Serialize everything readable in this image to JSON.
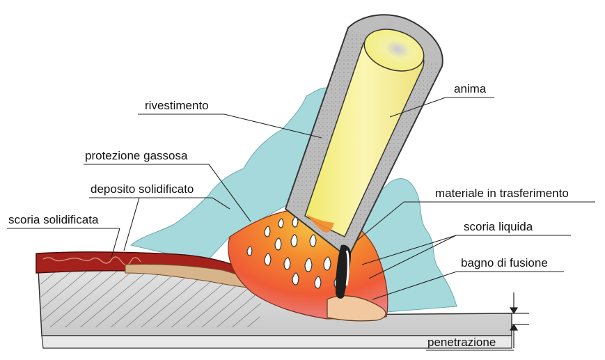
{
  "labels": {
    "anima": "anima",
    "rivestimento": "rivestimento",
    "protezione_gassosa": "protezione gassosa",
    "deposito_solidificato": "deposito solidificato",
    "scoria_solidificata": "scoria solidificata",
    "materiale_in_trasferimento": "materiale in trasferimento",
    "scoria_liquida": "scoria liquida",
    "bagno_di_fusione": "bagno di fusione",
    "penetrazione": "penetrazione"
  },
  "colors": {
    "core": "#f5ee8a",
    "coating": "#bdbdbd",
    "gas_shield": "#a6d9dc",
    "arc_hot": "#f26a2a",
    "arc_warm": "#f8b034",
    "weld_bead": "#a5221c",
    "base_metal": "#d4d4d4",
    "fused_zone": "#e98282"
  }
}
